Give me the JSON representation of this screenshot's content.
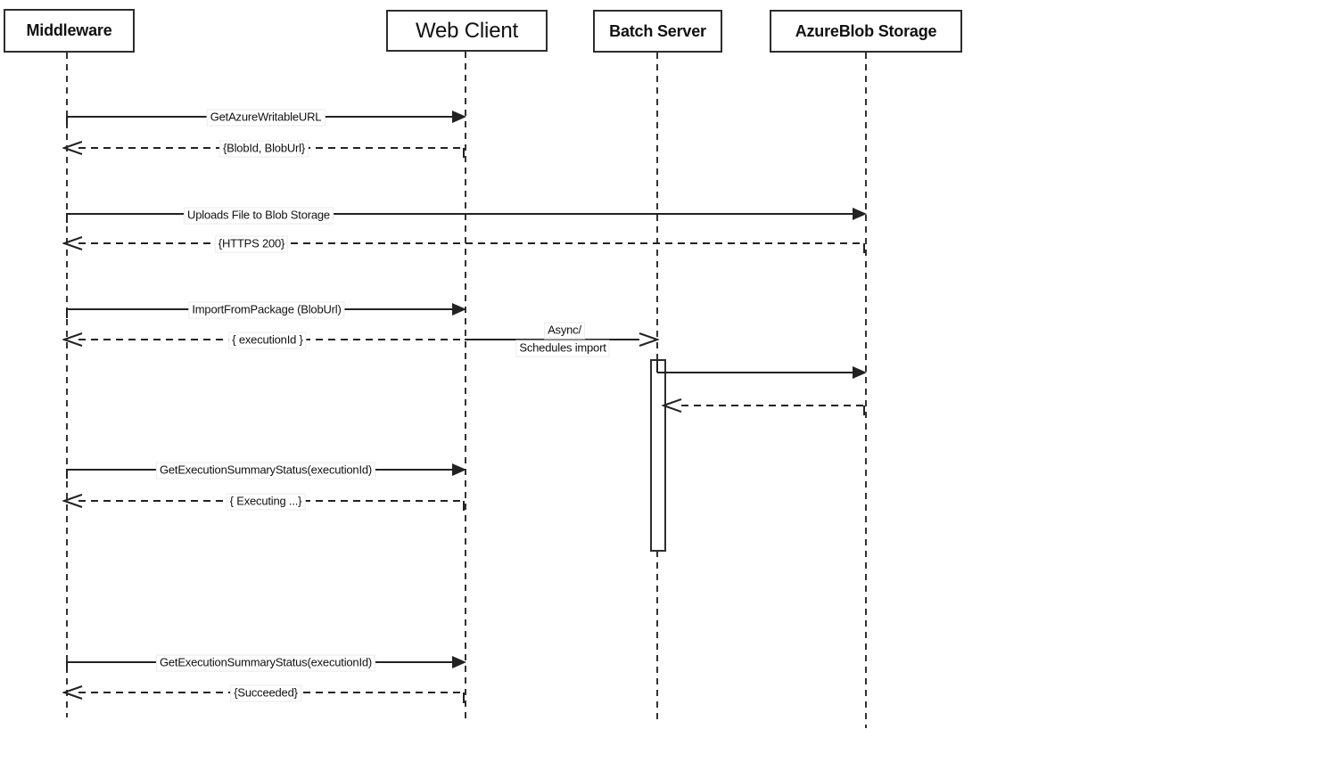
{
  "diagram": {
    "type": "sequence-diagram",
    "background_color": "#ffffff",
    "line_color": "#222222"
  },
  "actors": [
    {
      "label": "Middleware"
    },
    {
      "label": "Web Client"
    },
    {
      "label": "Batch Server"
    },
    {
      "label": "AzureBlob Storage"
    }
  ],
  "messages": [
    {
      "from": "Middleware",
      "to": "Web Client",
      "type": "request",
      "label": "GetAzureWritableURL"
    },
    {
      "from": "Web Client",
      "to": "Middleware",
      "type": "return",
      "label": "{BlobId, BlobUrl}"
    },
    {
      "from": "Middleware",
      "to": "AzureBlob Storage",
      "type": "request",
      "label": "Uploads File to Blob Storage"
    },
    {
      "from": "AzureBlob Storage",
      "to": "Middleware",
      "type": "return",
      "label": "{HTTPS 200}"
    },
    {
      "from": "Middleware",
      "to": "Web Client",
      "type": "request",
      "label": "ImportFromPackage (BlobUrl)"
    },
    {
      "from": "Web Client",
      "to": "Middleware",
      "type": "return",
      "label": "{ executionId }"
    },
    {
      "from": "Web Client",
      "to": "Batch Server",
      "type": "async",
      "label_line1": "Async/",
      "label_line2": "Schedules import"
    },
    {
      "from": "Batch Server",
      "to": "AzureBlob Storage",
      "type": "request",
      "label": ""
    },
    {
      "from": "AzureBlob Storage",
      "to": "Batch Server",
      "type": "return",
      "label": ""
    },
    {
      "from": "Middleware",
      "to": "Web Client",
      "type": "request",
      "label": "GetExecutionSummaryStatus(executionId)"
    },
    {
      "from": "Web Client",
      "to": "Middleware",
      "type": "return",
      "label": "{ Executing ...}"
    },
    {
      "from": "Middleware",
      "to": "Web Client",
      "type": "request",
      "label": "GetExecutionSummaryStatus(executionId)"
    },
    {
      "from": "Web Client",
      "to": "Middleware",
      "type": "return",
      "label": "{Succeeded}"
    }
  ],
  "activation": {
    "lifeline": "Batch Server"
  }
}
